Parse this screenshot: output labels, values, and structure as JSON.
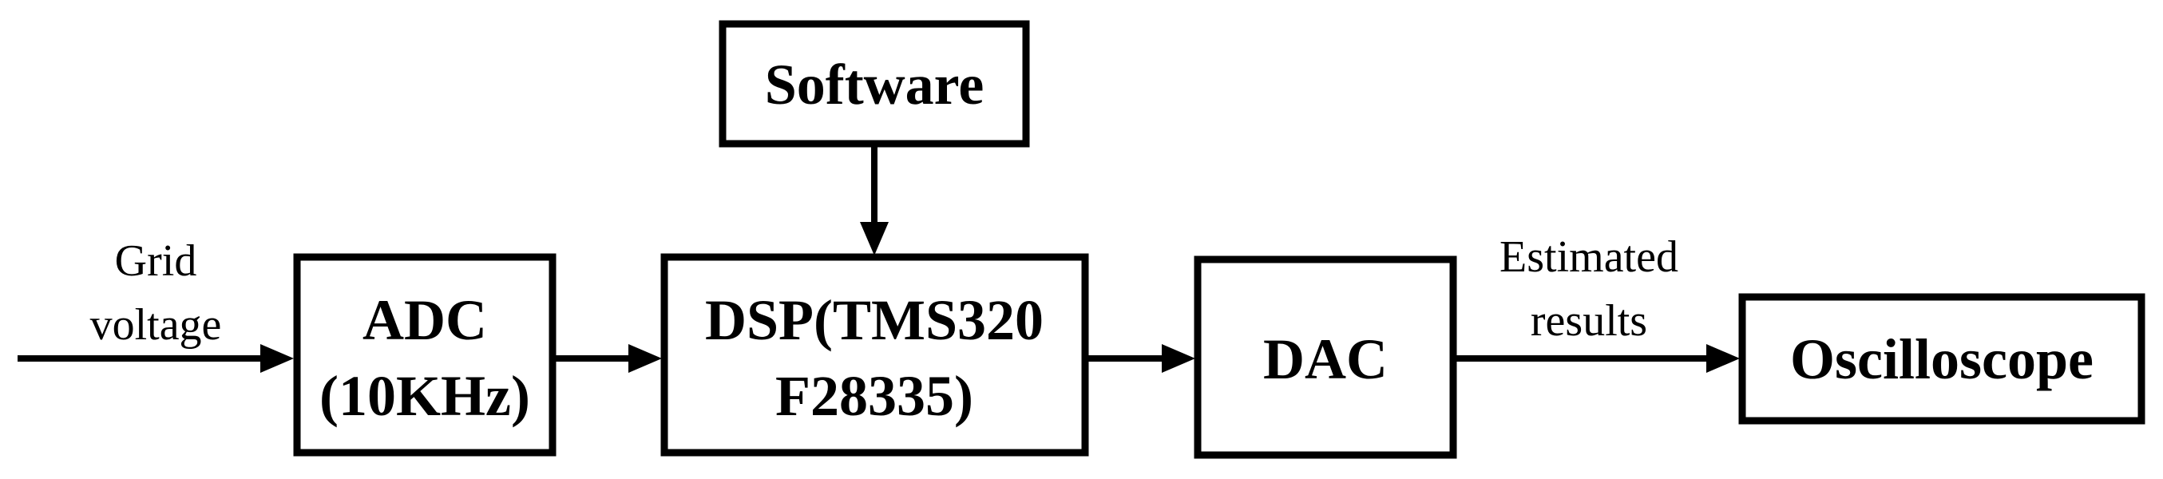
{
  "blocks": {
    "software": "Software",
    "adc_line1": "ADC",
    "adc_line2": "(10KHz)",
    "dsp_line1": "DSP(TMS320",
    "dsp_line2": "F28335)",
    "dac": "DAC",
    "oscilloscope": "Oscilloscope"
  },
  "signals": {
    "input_line1": "Grid",
    "input_line2": "voltage",
    "output_line1": "Estimated",
    "output_line2": "results"
  }
}
